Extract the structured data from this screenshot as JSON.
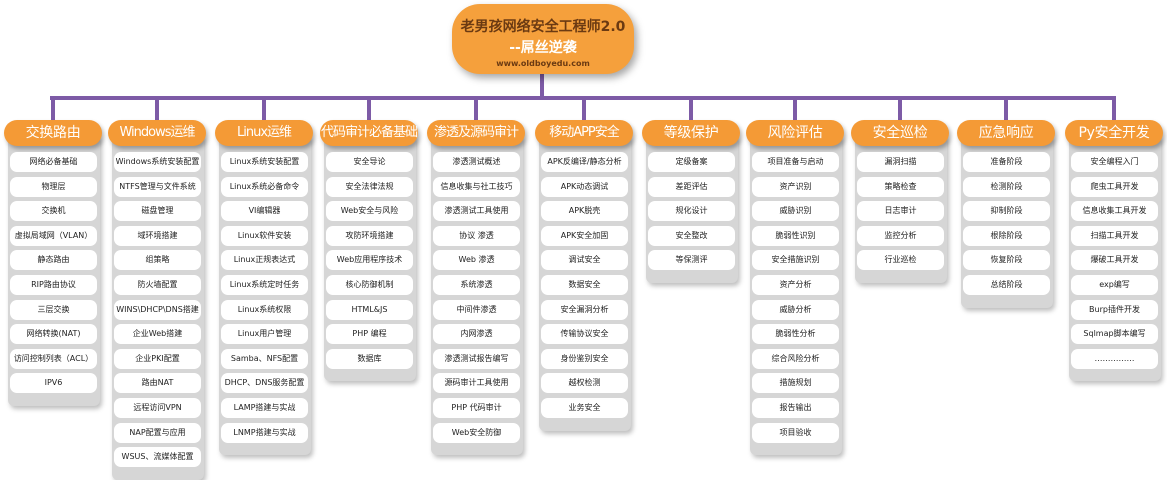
{
  "root": {
    "title": "老男孩网络安全工程师2.0",
    "subtitle": "--屌丝逆袭",
    "url": "www.oldboyedu.com"
  },
  "colors": {
    "node": "#f49a36",
    "connector": "#7d5ba6",
    "panel": "#d6d6d6"
  },
  "branches": [
    {
      "title": "交换路由",
      "items": [
        "网络必备基础",
        "物理层",
        "交换机",
        "虚拟局域网（VLAN）",
        "静态路由",
        "RIP路由协议",
        "三层交换",
        "网络转换(NAT)",
        "访问控制列表（ACL）",
        "IPV6"
      ]
    },
    {
      "title": "Windows运维",
      "items": [
        "Windows系统安装配置",
        "NTFS管理与文件系统",
        "磁盘管理",
        "域环境搭建",
        "组策略",
        "防火墙配置",
        "WINS\\DHCP\\DNS搭建",
        "企业Web搭建",
        "企业PKI配置",
        "路由NAT",
        "远程访问VPN",
        "NAP配置与应用",
        "WSUS、流媒体配置"
      ]
    },
    {
      "title": "Linux运维",
      "items": [
        "Linux系统安装配置",
        "Linux系统必备命令",
        "VI编辑器",
        "Linux软件安装",
        "Linux正规表达式",
        "Linux系统定时任务",
        "Linux系统权限",
        "Linux用户管理",
        "Samba、NFS配置",
        "DHCP、DNS服务配置",
        "LAMP搭建与实战",
        "LNMP搭建与实战"
      ]
    },
    {
      "title": "代码审计必备基础",
      "items": [
        "安全导论",
        "安全法律法规",
        "Web安全与风险",
        "攻防环境搭建",
        "Web应用程序技术",
        "核心防御机制",
        "HTML&JS",
        "PHP 编程",
        "数据库"
      ]
    },
    {
      "title": "渗透及源码审计",
      "items": [
        "渗透测试概述",
        "信息收集与社工技巧",
        "渗透测试工具使用",
        "协议 渗透",
        "Web 渗透",
        "系统渗透",
        "中间件渗透",
        "内网渗透",
        "渗透测试报告编写",
        "源码审计工具使用",
        "PHP 代码审计",
        "Web安全防御"
      ]
    },
    {
      "title": "移动APP安全",
      "items": [
        "APK反编译/静态分析",
        "APK动态调试",
        "APK脱壳",
        "APK安全加固",
        "调试安全",
        "数据安全",
        "安全漏洞分析",
        "传输协议安全",
        "身份鉴别安全",
        "越权检测",
        "业务安全"
      ]
    },
    {
      "title": "等级保护",
      "items": [
        "定级备案",
        "差距评估",
        "规化设计",
        "安全整改",
        "等保测评"
      ]
    },
    {
      "title": "风险评估",
      "items": [
        "项目准备与启动",
        "资产识别",
        "威胁识别",
        "脆弱性识别",
        "安全措施识别",
        "资产分析",
        "威胁分析",
        "脆弱性分析",
        "综合风险分析",
        "措施规划",
        "报告输出",
        "项目验收"
      ]
    },
    {
      "title": "安全巡检",
      "items": [
        "漏洞扫描",
        "策略检查",
        "日志审计",
        "监控分析",
        "行业巡检"
      ]
    },
    {
      "title": "应急响应",
      "items": [
        "准备阶段",
        "检测阶段",
        "抑制阶段",
        "根除阶段",
        "恢复阶段",
        "总结阶段"
      ]
    },
    {
      "title": "Py安全开发",
      "items": [
        "安全编程入门",
        "爬虫工具开发",
        "信息收集工具开发",
        "扫描工具开发",
        "爆破工具开发",
        "exp编写",
        "Burp插件开发",
        "Sqlmap脚本编写",
        "……………"
      ]
    }
  ]
}
